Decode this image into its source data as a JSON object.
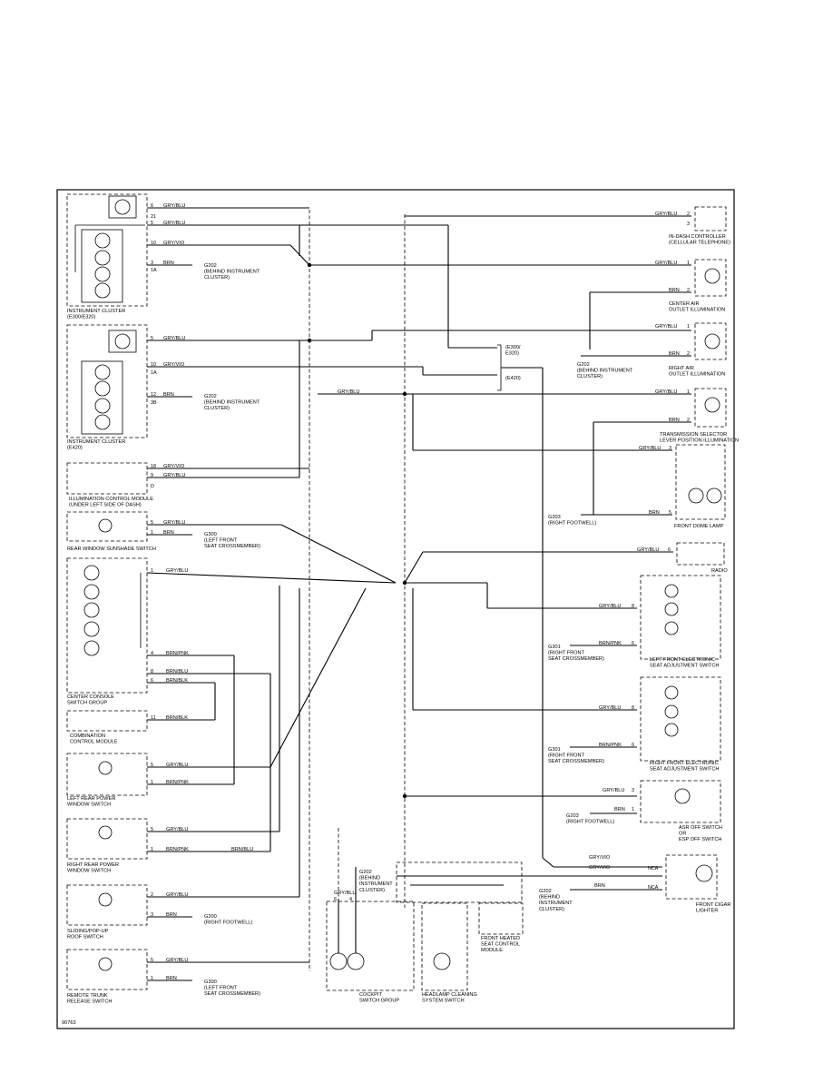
{
  "diagram": {
    "figure_code": "90763",
    "components": {
      "instrument_cluster_e300_e320": "INSTRUMENT CLUSTER\n(E300/E320)",
      "instrument_cluster_e420": "INSTRUMENT CLUSTER\n(E420)",
      "illumination_control_module": "ILLUMINATION CONTROL MODULE\n(UNDER LEFT SIDE OF DASH)",
      "rear_window_sunshade_switch": "REAR WINDOW SUNSHADE SWITCH",
      "center_console_switch_group": "CENTER CONSOLE\nSWITCH GROUP",
      "combination_control_module": "COMBINATION\nCONTROL MODULE",
      "left_rear_power_window_switch": "LEFT REAR POWER\nWINDOW SWITCH",
      "right_rear_power_window_switch": "RIGHT REAR POWER\nWINDOW SWITCH",
      "sliding_popup_roof_switch": "SLIDING/POP-UP\nROOF SWITCH",
      "remote_trunk_release_switch": "REMOTE TRUNK\nRELEASE SWITCH",
      "in_dash_controller": "IN-DASH CONTROLLER\n(CELLULAR TELEPHONE)",
      "center_air_outlet": "CENTER AIR\nOUTLET ILLUMINATION",
      "right_air_outlet": "RIGHT AIR\nOUTLET ILLUMINATION",
      "transmission_selector": "TRANSMISSION SELECTOR\nLEVER POSITION ILLUMINATION",
      "front_dome_lamp": "FRONT DOME LAMP",
      "radio": "RADIO",
      "left_front_seat_switch": "LEFT FRONT ELECTRONIC\nSEAT ADJUSTMENT SWITCH",
      "right_front_seat_switch": "RIGHT FRONT ELECTRONIC\nSEAT ADJUSTMENT SWITCH",
      "asr_off_switch": "ASR OFF SWITCH\nOR\nESP OFF SWITCH",
      "front_cigar_lighter": "FRONT CIGAR\nLIGHTER",
      "cockpit_switch_group": "COCKPIT\nSWITCH GROUP",
      "headlamp_cleaning_switch": "HEADLAMP CLEANING\nSYSTEM SWITCH",
      "front_heated_seat_module": "FRONT HEATED\nSEAT CONTROL\nMODULE"
    },
    "grounds": {
      "g202_cluster_1": "G202\n(BEHIND INSTRUMENT\nCLUSTER)",
      "g202_cluster_2": "G202\n(BEHIND INSTRUMENT\nCLUSTER)",
      "g300_sunshade": "G300\n(LEFT FRONT\nSEAT CROSSMEMBER)",
      "g202_right_air": "G202\n(BEHIND INSTRUMENT\nCLUSTER)",
      "g203_dome": "G203\n(RIGHT FOOTWELL)",
      "g301_left_seat": "G301\n(RIGHT FRONT\nSEAT CROSSMEMBER)",
      "g301_right_seat": "G301\n(RIGHT FRONT\nSEAT CROSSMEMBER)",
      "g203_asr": "G203\n(RIGHT FOOTWELL)",
      "g202_lighter": "G202\n(BEHIND\nINSTRUMENT\nCLUSTER)",
      "g202_cockpit": "G202\n(BEHIND\nINSTRUMENT\nCLUSTER)",
      "g200_roof": "G200\n(RIGHT FOOTWELL)",
      "g300_trunk": "G300\n(LEFT FRONT\nSEAT CROSSMEMBER)"
    },
    "variant_labels": [
      "(E300/\nE320)",
      "(E420)"
    ],
    "wires": {
      "gry_blu": "GRY/BLU",
      "gry_vio": "GRY/VIO",
      "brn": "BRN",
      "brn_pnk": "BRN/PNK",
      "brn_blu": "BRN/BLU",
      "brn_blk": "BRN/BLK",
      "nca": "NCA"
    },
    "pins": {
      "c1": [
        "6",
        "21",
        "5",
        "10",
        "3",
        "1A"
      ],
      "c2": [
        "5",
        "10",
        "1A",
        "12",
        "3B"
      ],
      "icm": [
        "18",
        "9",
        "D"
      ],
      "sun": [
        "5",
        "1"
      ],
      "ccsg": [
        "1",
        "4",
        "8",
        "6"
      ],
      "ccm": "11",
      "lrw": [
        "5",
        "1"
      ],
      "rrw": [
        "5",
        "1"
      ],
      "roof": [
        "2",
        "3"
      ],
      "trunk": [
        "5",
        "1"
      ],
      "idc": [
        "2",
        "3"
      ],
      "cao": [
        "1",
        "2"
      ],
      "rao": [
        "1",
        "2"
      ],
      "tsl": [
        "1",
        "2"
      ],
      "dome": [
        "3",
        "5"
      ],
      "radio": "6",
      "lfs": [
        "8",
        "6"
      ],
      "rfs": [
        "8",
        "6"
      ],
      "asr": [
        "3",
        "1"
      ],
      "lighter": [
        "NCA",
        "NCA"
      ],
      "cockpit": [
        "6",
        "4"
      ]
    }
  }
}
